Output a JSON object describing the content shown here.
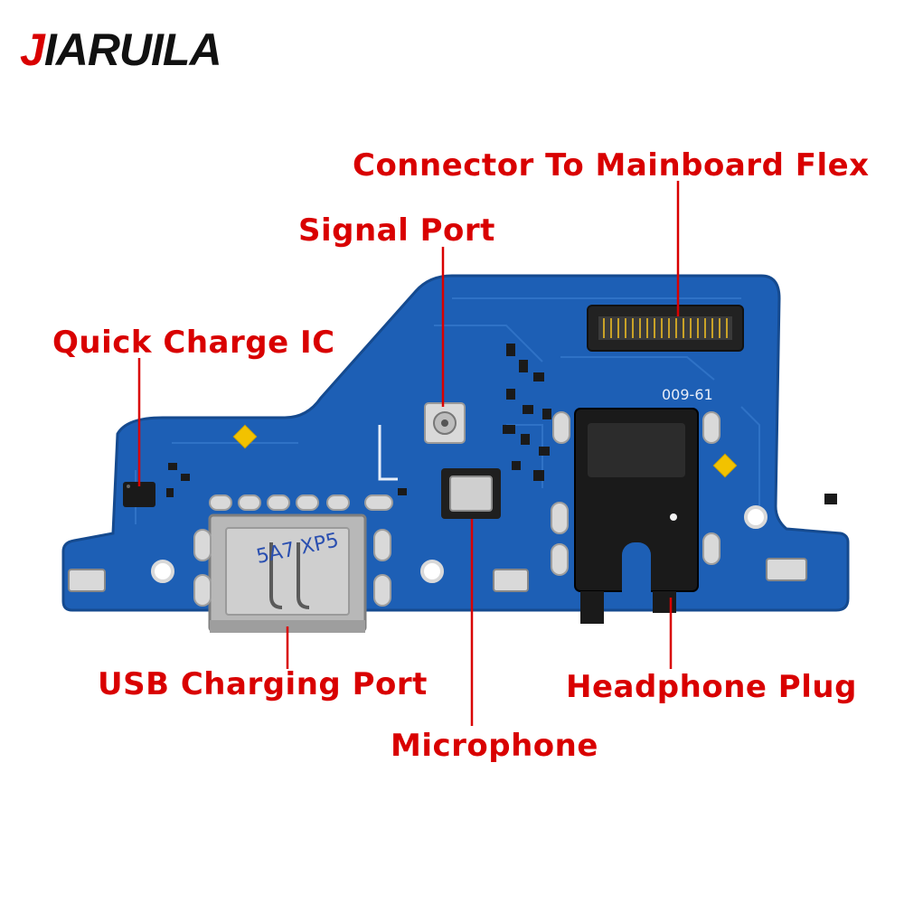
{
  "brand": {
    "first_letter": "J",
    "rest": "IARUILA"
  },
  "board_marking": "009-61",
  "labels": {
    "connector": "Connector To Mainboard Flex",
    "signal_port": "Signal Port",
    "quick_charge": "Quick Charge IC",
    "usb_port": "USB Charging Port",
    "microphone": "Microphone",
    "headphone": "Headphone Plug",
    "handwriting": "5A7 XP5"
  },
  "colors": {
    "label": "#d90000",
    "leader_line": "#d90000",
    "pcb": "#1d5fb5",
    "pcb_dark": "#154a8f",
    "pad_silver": "#d9d9d9",
    "pad_gold": "#f2c200",
    "jack": "#1a1a1a",
    "usb_metal": "#b8b8b8"
  }
}
